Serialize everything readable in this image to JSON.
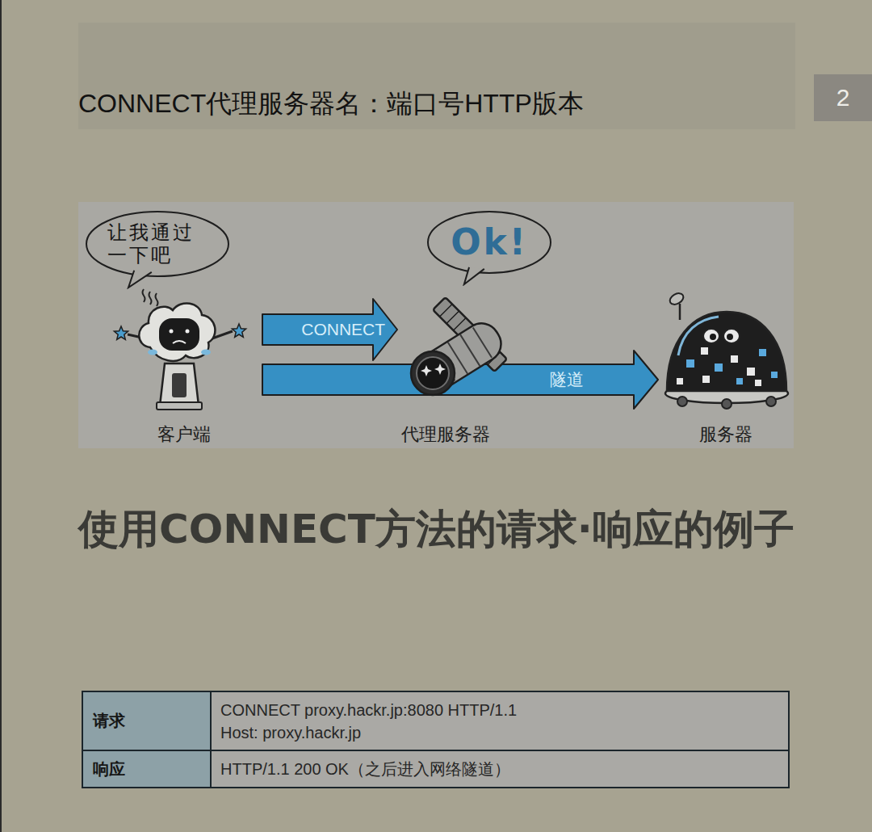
{
  "diagram": {
    "title": "使用CONNECT方法的请求·响应的例子",
    "nodes": [
      {
        "text": [
          "CONNECT代理服务器名：端口号HTTP版本"
        ]
      },
      {
        "text": [
          "2"
        ]
      },
      {
        "text": [
          "让我通过 一下吧"
        ]
      },
      {
        "text": [
          "Ok!"
        ]
      },
      {
        "text": [
          "客户端"
        ]
      },
      {
        "text": [
          "代理服务器"
        ]
      },
      {
        "text": [
          "服务器"
        ]
      }
    ],
    "edges": [
      {
        "from": 4,
        "to": 5,
        "label": "CONNECT",
        "arrow": "to"
      },
      {
        "from": 4,
        "to": 6,
        "label": "隧道",
        "arrow": "to"
      }
    ],
    "labels": [
      "请求",
      "CONNECT proxy.hackr.jp:8080 HTTP/1.1",
      "Host: proxy.hackr.jp",
      "响应",
      "HTTP/1.1 200 OK（之后进入网络隧道）"
    ]
  }
}
